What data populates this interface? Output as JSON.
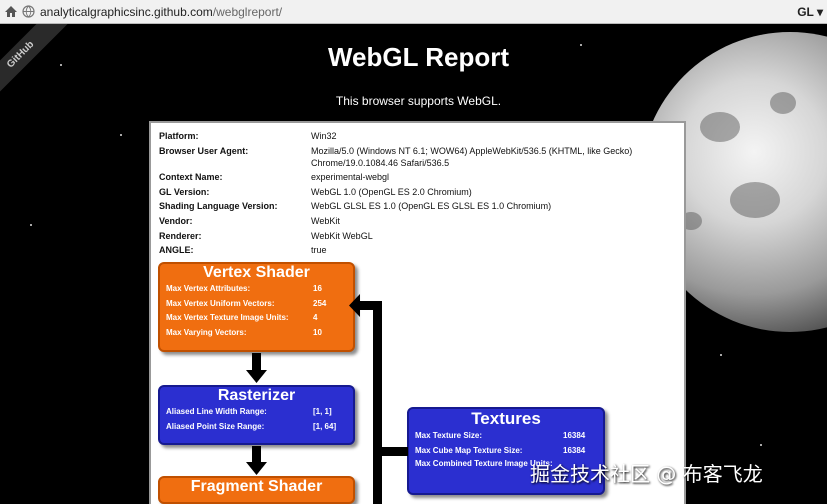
{
  "browser": {
    "url_host": "analyticalgraphicsinc.github.com",
    "url_path": "/webglreport/",
    "extension_label": "GL"
  },
  "page": {
    "ribbon": "GitHub",
    "title": "WebGL Report",
    "subtitle": "This browser supports WebGL."
  },
  "report": {
    "rows": [
      {
        "key": "Platform:",
        "value": "Win32"
      },
      {
        "key": "Browser User Agent:",
        "value": "Mozilla/5.0 (Windows NT 6.1; WOW64) AppleWebKit/536.5 (KHTML, like Gecko) Chrome/19.0.1084.46 Safari/536.5"
      },
      {
        "key": "Context Name:",
        "value": "experimental-webgl"
      },
      {
        "key": "GL Version:",
        "value": "WebGL 1.0 (OpenGL ES 2.0 Chromium)"
      },
      {
        "key": "Shading Language Version:",
        "value": "WebGL GLSL ES 1.0 (OpenGL ES GLSL ES 1.0 Chromium)"
      },
      {
        "key": "Vendor:",
        "value": "WebKit"
      },
      {
        "key": "Renderer:",
        "value": "WebKit WebGL"
      },
      {
        "key": "ANGLE:",
        "value": "true"
      }
    ]
  },
  "vertex_shader": {
    "title": "Vertex Shader",
    "rows": [
      {
        "label": "Max Vertex Attributes:",
        "value": "16"
      },
      {
        "label": "Max Vertex Uniform Vectors:",
        "value": "254"
      },
      {
        "label": "Max Vertex Texture Image Units:",
        "value": "4"
      },
      {
        "label": "Max Varying Vectors:",
        "value": "10"
      }
    ]
  },
  "rasterizer": {
    "title": "Rasterizer",
    "rows": [
      {
        "label": "Aliased Line Width Range:",
        "value": "[1, 1]"
      },
      {
        "label": "Aliased Point Size Range:",
        "value": "[1, 64]"
      }
    ]
  },
  "fragment_shader": {
    "title": "Fragment Shader"
  },
  "textures": {
    "title": "Textures",
    "rows": [
      {
        "label": "Max Texture Size:",
        "value": "16384"
      },
      {
        "label": "Max Cube Map Texture Size:",
        "value": "16384"
      },
      {
        "label": "Max Combined Texture Image Units:",
        "value": ""
      }
    ]
  },
  "watermark": "掘金技术社区 @ 布客飞龙",
  "colors": {
    "vertex": "#f06e10",
    "rasterizer": "#2b2fd0",
    "textures": "#2b2fd0",
    "fragment": "#f06e10"
  },
  "icons": [
    "home-icon",
    "globe-icon"
  ]
}
